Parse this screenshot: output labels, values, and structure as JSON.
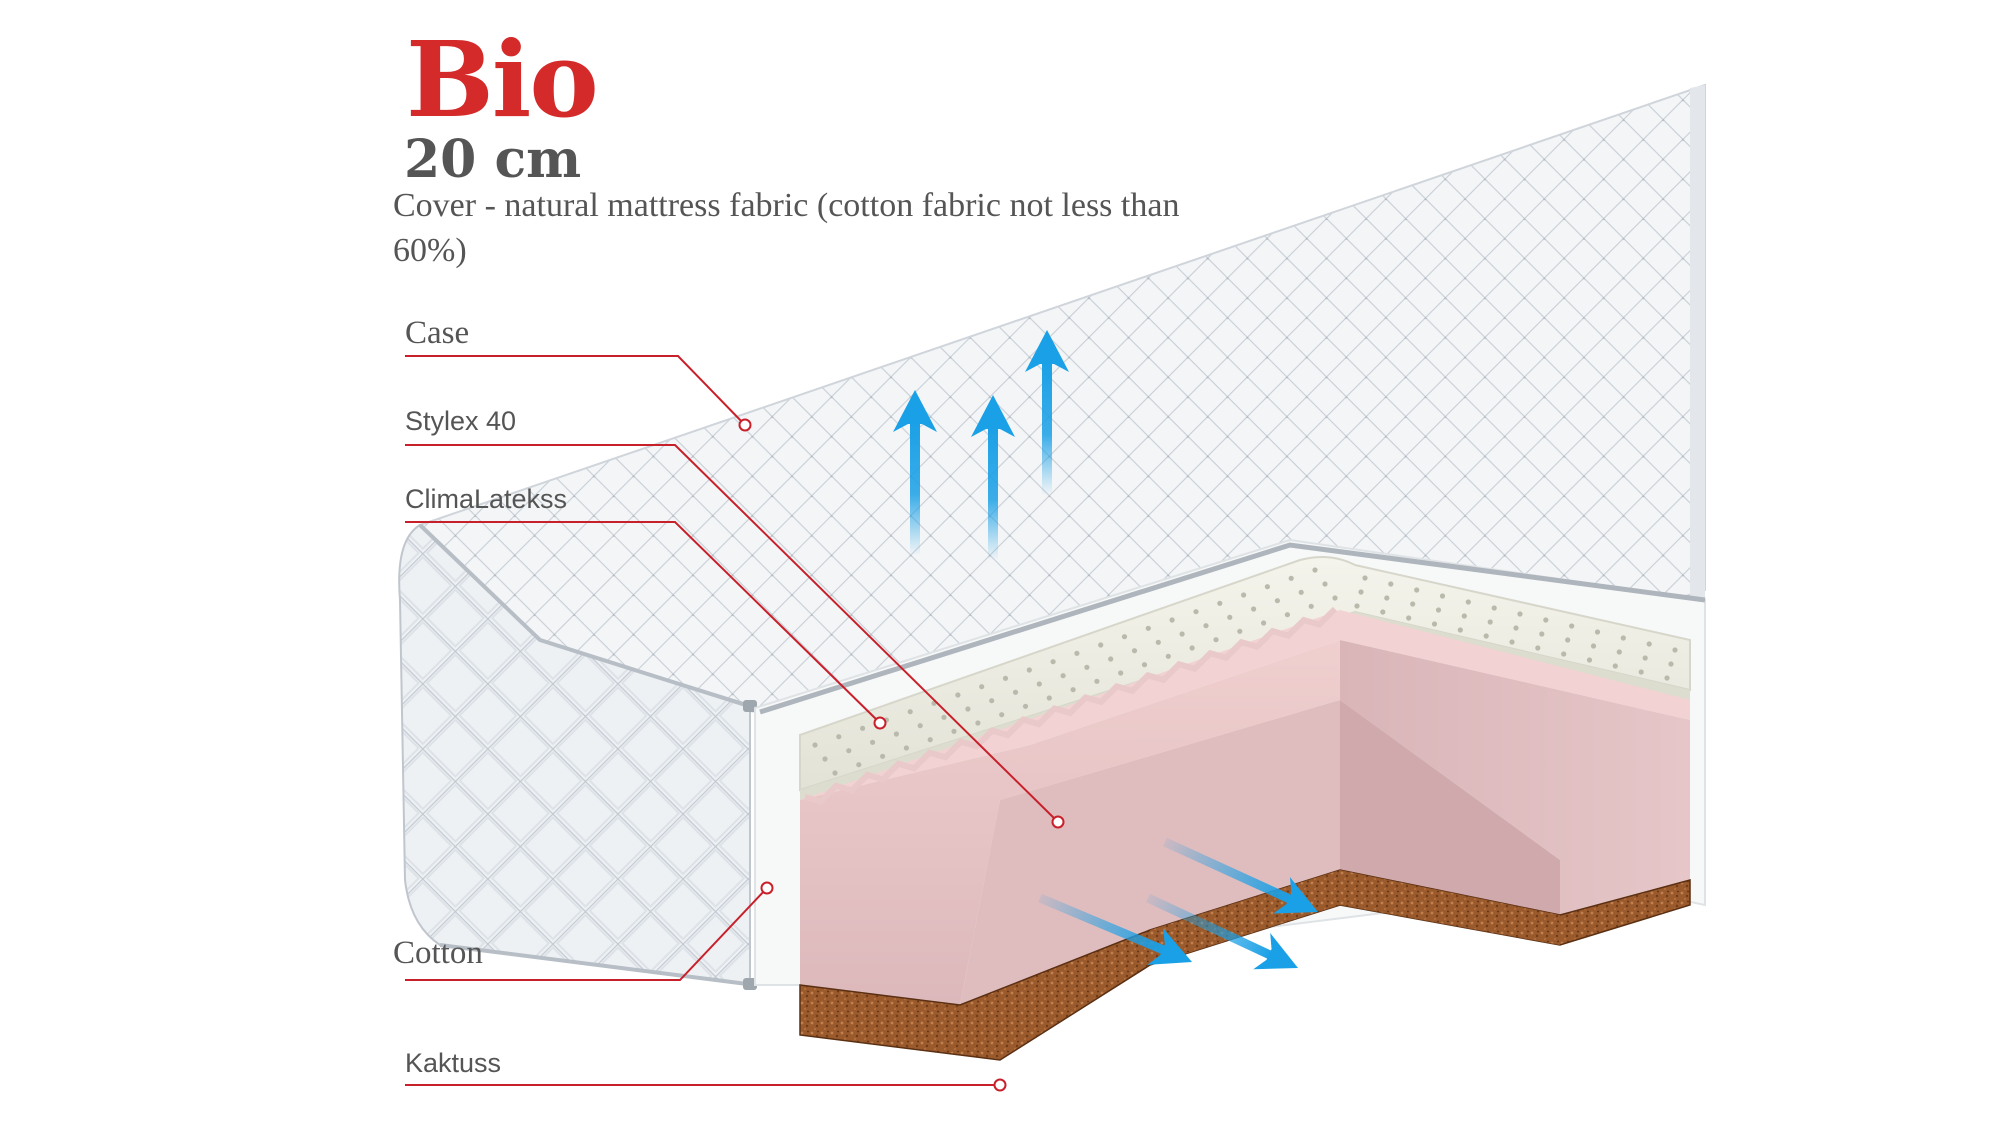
{
  "product": {
    "title": "Bio",
    "height_label": "20 cm",
    "description": "Cover - natural mattress fabric (cotton fabric not less than 60%)"
  },
  "layers": [
    {
      "id": "case",
      "label": "Case",
      "font": "serif"
    },
    {
      "id": "stylex",
      "label": "Stylex 40",
      "font": "sans"
    },
    {
      "id": "climalatekss",
      "label": "ClimaLatekss",
      "font": "sans"
    },
    {
      "id": "cotton",
      "label": "Cotton",
      "font": "serif"
    },
    {
      "id": "kaktuss",
      "label": "Kaktuss",
      "font": "sans"
    }
  ],
  "colors": {
    "title": "#d42a2a",
    "text": "#555555",
    "leader": "#c8202a",
    "airflow": "#1aa0e6",
    "cover": "#f1f3f5",
    "stitch": "#c6ccd3",
    "latex": "#ebebe2",
    "latex_pores": "#b9b9ac",
    "foam": "#e8c2c2",
    "foam_side": "#d9b3b5",
    "coir": "#9a5a2c",
    "coir_dark": "#6e3c1a"
  },
  "icons": {
    "airflow": "arrow-icon"
  }
}
